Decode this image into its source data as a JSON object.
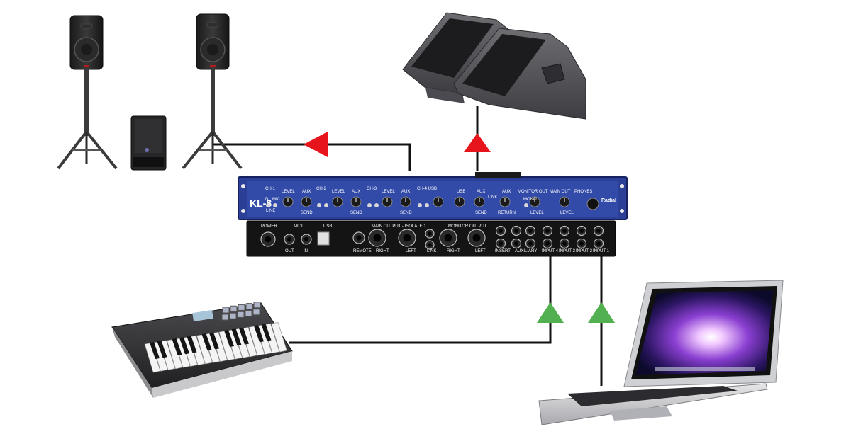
{
  "colors": {
    "output_arrow": "#e8141b",
    "input_arrow": "#52b050",
    "cable": "#111111",
    "front_panel": "#2b3f96",
    "rear_panel": "#141414"
  },
  "mixer": {
    "logo": "KL-8",
    "brand": "Radial",
    "front_labels": {
      "ch1": "CH-1",
      "ch2": "CH-2",
      "ch3": "CH-3",
      "ch4": "CH-4 USB",
      "level": "LEVEL",
      "aux": "AUX",
      "send": "SEND",
      "usb": "USB",
      "link": "LINK",
      "return": "RETURN",
      "monitor_out": "MONITOR OUT",
      "main_out": "MAIN OUT",
      "phones": "PHONES",
      "di": "DI",
      "mic": "MIC",
      "line": "LINE",
      "mono": "MONO"
    },
    "rear_labels": {
      "power": "POWER",
      "midi": "MIDI",
      "out": "OUT",
      "in": "IN",
      "usb": "USB",
      "remote": "REMOTE",
      "main_output": "MAIN OUTPUT - ISOLATED",
      "right": "RIGHT",
      "left": "LEFT",
      "link": "LINK",
      "monitor_output": "MONITOR OUTPUT",
      "insert": "INSERT",
      "auxiliary": "AUXILIARY",
      "input4": "INPUT-4",
      "input3": "INPUT-3",
      "input2": "INPUT-2",
      "input1": "INPUT-1"
    }
  },
  "devices": {
    "pa_left": "pa-speaker-left",
    "pa_right": "pa-speaker-right",
    "subwoofer": "subwoofer",
    "monitors": "stage-monitors",
    "keyboard": "midi-keyboard",
    "laptop": "laptop"
  }
}
